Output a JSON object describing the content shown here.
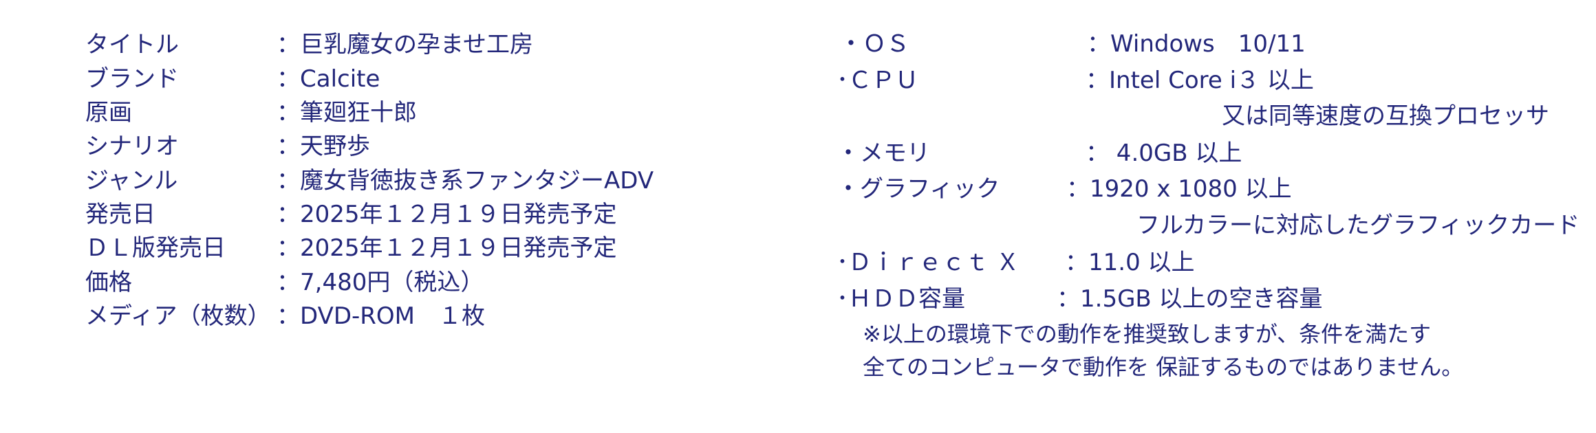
{
  "colors": {
    "text": "#23277a",
    "background": "#ffffff"
  },
  "product_info": [
    {
      "label": "タイトル",
      "value": "：巨乳魔女の孕ませ工房"
    },
    {
      "label": "ブランド",
      "value": "：Calcite"
    },
    {
      "label": "原画",
      "value": "：筆廻狂十郎"
    },
    {
      "label": "シナリオ",
      "value": "：天野歩"
    },
    {
      "label": "ジャンル",
      "value": "：魔女背徳抜き系ファンタジーADV"
    },
    {
      "label": "発売日",
      "value": "：2025年１２月１９日発売予定"
    },
    {
      "label": "ＤＬ版発売日",
      "value": "：2025年１２月１９日発売予定"
    },
    {
      "label": "価格",
      "value": "：7,480円（税込）"
    },
    {
      "label": "メディア（枚数）",
      "value": "：DVD-ROM　１枚"
    }
  ],
  "system_requirements": {
    "os": {
      "label": "・ＯＳ",
      "value": "：Windows　10/11"
    },
    "cpu": {
      "label": "･ＣＰＵ",
      "value": "：Intel Core i３ 以上",
      "extra": "又は同等速度の互換プロセッサ"
    },
    "memory": {
      "label": "・メモリ",
      "value": "： 4.0GB 以上"
    },
    "graphics": {
      "label": "・グラフィック",
      "value": "：1920 x 1080 以上",
      "extra": "フルカラーに対応したグラフィックカード"
    },
    "directx": {
      "label": "･Ｄｉｒｅｃｔ Ｘ",
      "value": "：11.0 以上"
    },
    "hdd": {
      "label": "･ＨＤＤ容量",
      "value": "：1.5GB 以上の空き容量"
    },
    "note_line1": "※以上の環境下での動作を推奨致しますが、条件を満たす",
    "note_line2": "全てのコンピュータで動作を 保証するものではありません。"
  }
}
